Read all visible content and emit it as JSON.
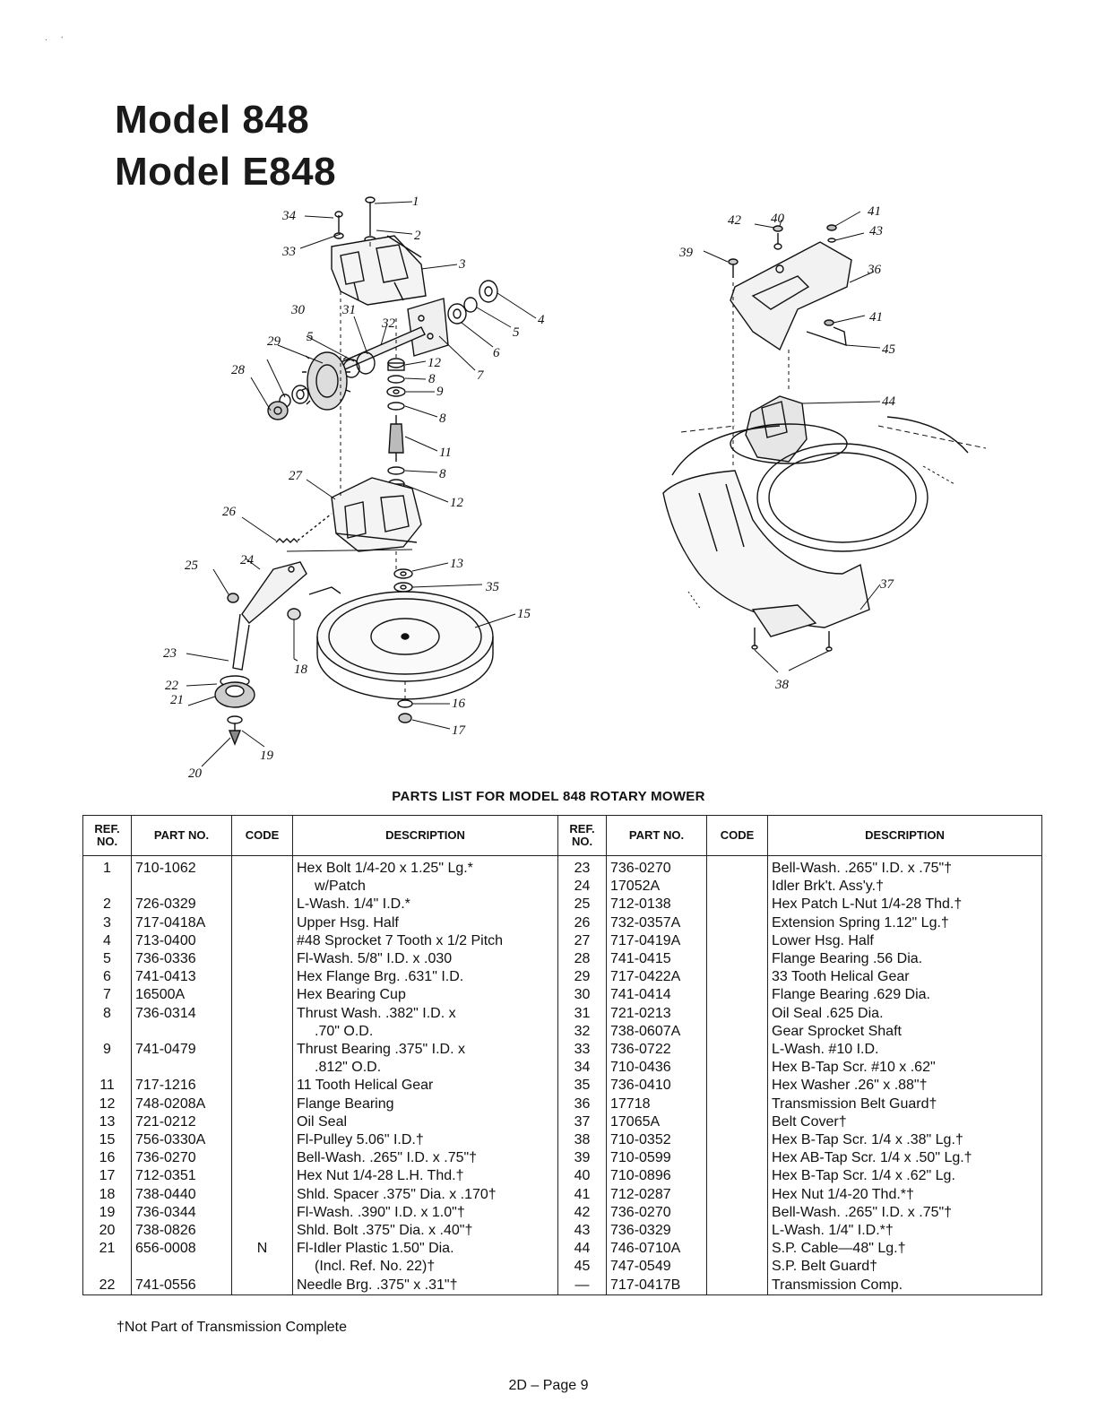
{
  "titles": [
    "Model 848",
    "Model E848"
  ],
  "left_callouts": [
    "1",
    "2",
    "3",
    "4",
    "5",
    "5",
    "6",
    "7",
    "8",
    "8",
    "8",
    "9",
    "11",
    "12",
    "12",
    "13",
    "15",
    "16",
    "17",
    "18",
    "19",
    "20",
    "21",
    "22",
    "23",
    "24",
    "25",
    "26",
    "27",
    "28",
    "29",
    "30",
    "31",
    "32",
    "33",
    "34",
    "35"
  ],
  "right_callouts": [
    "36",
    "37",
    "38",
    "39",
    "40",
    "41",
    "41",
    "42",
    "43",
    "44",
    "45"
  ],
  "caption": "PARTS LIST FOR MODEL 848 ROTARY MOWER",
  "headers": {
    "ref": "REF. NO.",
    "part": "PART NO.",
    "code": "CODE",
    "desc": "DESCRIPTION"
  },
  "rows": [
    {
      "l_ref": "1",
      "l_part": "710-1062",
      "l_code": "",
      "l_desc": "Hex Bolt 1/4-20 x 1.25\" Lg.*",
      "r_ref": "23",
      "r_part": "736-0270",
      "r_code": "",
      "r_desc": "Bell-Wash. .265\" I.D. x .75\"†"
    },
    {
      "l_ref": "",
      "l_part": "",
      "l_code": "",
      "l_desc": "w/Patch",
      "r_ref": "24",
      "r_part": "17052A",
      "r_code": "",
      "r_desc": "Idler Brk't. Ass'y.†"
    },
    {
      "l_ref": "2",
      "l_part": "726-0329",
      "l_code": "",
      "l_desc": "L-Wash. 1/4\" I.D.*",
      "r_ref": "25",
      "r_part": "712-0138",
      "r_code": "",
      "r_desc": "Hex Patch L-Nut 1/4-28 Thd.†"
    },
    {
      "l_ref": "3",
      "l_part": "717-0418A",
      "l_code": "",
      "l_desc": "Upper Hsg. Half",
      "r_ref": "26",
      "r_part": "732-0357A",
      "r_code": "",
      "r_desc": "Extension Spring 1.12\" Lg.†"
    },
    {
      "l_ref": "4",
      "l_part": "713-0400",
      "l_code": "",
      "l_desc": "#48 Sprocket 7 Tooth x 1/2 Pitch",
      "r_ref": "27",
      "r_part": "717-0419A",
      "r_code": "",
      "r_desc": "Lower Hsg. Half"
    },
    {
      "l_ref": "5",
      "l_part": "736-0336",
      "l_code": "",
      "l_desc": "Fl-Wash. 5/8\" I.D. x .030",
      "r_ref": "28",
      "r_part": "741-0415",
      "r_code": "",
      "r_desc": "Flange Bearing .56 Dia."
    },
    {
      "l_ref": "6",
      "l_part": "741-0413",
      "l_code": "",
      "l_desc": "Hex Flange Brg. .631\" I.D.",
      "r_ref": "29",
      "r_part": "717-0422A",
      "r_code": "",
      "r_desc": "33 Tooth Helical Gear"
    },
    {
      "l_ref": "7",
      "l_part": "16500A",
      "l_code": "",
      "l_desc": "Hex Bearing Cup",
      "r_ref": "30",
      "r_part": "741-0414",
      "r_code": "",
      "r_desc": "Flange Bearing .629 Dia."
    },
    {
      "l_ref": "8",
      "l_part": "736-0314",
      "l_code": "",
      "l_desc": "Thrust Wash. .382\" I.D. x",
      "r_ref": "31",
      "r_part": "721-0213",
      "r_code": "",
      "r_desc": "Oil Seal .625 Dia."
    },
    {
      "l_ref": "",
      "l_part": "",
      "l_code": "",
      "l_desc": ".70\" O.D.",
      "r_ref": "32",
      "r_part": "738-0607A",
      "r_code": "",
      "r_desc": "Gear Sprocket Shaft"
    },
    {
      "l_ref": "9",
      "l_part": "741-0479",
      "l_code": "",
      "l_desc": "Thrust Bearing .375\" I.D. x",
      "r_ref": "33",
      "r_part": "736-0722",
      "r_code": "",
      "r_desc": "L-Wash. #10 I.D."
    },
    {
      "l_ref": "",
      "l_part": "",
      "l_code": "",
      "l_desc": ".812\" O.D.",
      "r_ref": "34",
      "r_part": "710-0436",
      "r_code": "",
      "r_desc": "Hex B-Tap Scr. #10 x .62\""
    },
    {
      "l_ref": "11",
      "l_part": "717-1216",
      "l_code": "",
      "l_desc": "11 Tooth Helical Gear",
      "r_ref": "35",
      "r_part": "736-0410",
      "r_code": "",
      "r_desc": "Hex Washer .26\" x .88\"†"
    },
    {
      "l_ref": "12",
      "l_part": "748-0208A",
      "l_code": "",
      "l_desc": "Flange Bearing",
      "r_ref": "36",
      "r_part": "17718",
      "r_code": "",
      "r_desc": "Transmission Belt Guard†"
    },
    {
      "l_ref": "13",
      "l_part": "721-0212",
      "l_code": "",
      "l_desc": "Oil Seal",
      "r_ref": "37",
      "r_part": "17065A",
      "r_code": "",
      "r_desc": "Belt Cover†"
    },
    {
      "l_ref": "15",
      "l_part": "756-0330A",
      "l_code": "",
      "l_desc": "Fl-Pulley 5.06\" I.D.†",
      "r_ref": "38",
      "r_part": "710-0352",
      "r_code": "",
      "r_desc": "Hex B-Tap Scr. 1/4 x .38\" Lg.†"
    },
    {
      "l_ref": "16",
      "l_part": "736-0270",
      "l_code": "",
      "l_desc": "Bell-Wash. .265\" I.D. x .75\"†",
      "r_ref": "39",
      "r_part": "710-0599",
      "r_code": "",
      "r_desc": "Hex AB-Tap Scr. 1/4 x .50\" Lg.†"
    },
    {
      "l_ref": "17",
      "l_part": "712-0351",
      "l_code": "",
      "l_desc": "Hex Nut 1/4-28 L.H. Thd.†",
      "r_ref": "40",
      "r_part": "710-0896",
      "r_code": "",
      "r_desc": "Hex B-Tap Scr. 1/4 x .62\" Lg."
    },
    {
      "l_ref": "18",
      "l_part": "738-0440",
      "l_code": "",
      "l_desc": "Shld. Spacer .375\" Dia. x .170†",
      "r_ref": "41",
      "r_part": "712-0287",
      "r_code": "",
      "r_desc": "Hex Nut 1/4-20 Thd.*†"
    },
    {
      "l_ref": "19",
      "l_part": "736-0344",
      "l_code": "",
      "l_desc": "Fl-Wash. .390\" I.D. x 1.0\"†",
      "r_ref": "42",
      "r_part": "736-0270",
      "r_code": "",
      "r_desc": "Bell-Wash. .265\" I.D. x .75\"†"
    },
    {
      "l_ref": "20",
      "l_part": "738-0826",
      "l_code": "",
      "l_desc": "Shld. Bolt .375\" Dia. x .40\"†",
      "r_ref": "43",
      "r_part": "736-0329",
      "r_code": "",
      "r_desc": "L-Wash. 1/4\" I.D.*†"
    },
    {
      "l_ref": "21",
      "l_part": "656-0008",
      "l_code": "N",
      "l_desc": "Fl-Idler Plastic 1.50\" Dia.",
      "r_ref": "44",
      "r_part": "746-0710A",
      "r_code": "",
      "r_desc": "S.P. Cable—48\" Lg.†"
    },
    {
      "l_ref": "",
      "l_part": "",
      "l_code": "",
      "l_desc": "(Incl. Ref. No. 22)†",
      "r_ref": "45",
      "r_part": "747-0549",
      "r_code": "",
      "r_desc": "S.P. Belt Guard†"
    },
    {
      "l_ref": "22",
      "l_part": "741-0556",
      "l_code": "",
      "l_desc": "Needle Brg. .375\" x .31\"†",
      "r_ref": "—",
      "r_part": "717-0417B",
      "r_code": "",
      "r_desc": "Transmission Comp."
    }
  ],
  "footnote": "†Not Part of Transmission Complete",
  "page_number": "2D – Page 9"
}
